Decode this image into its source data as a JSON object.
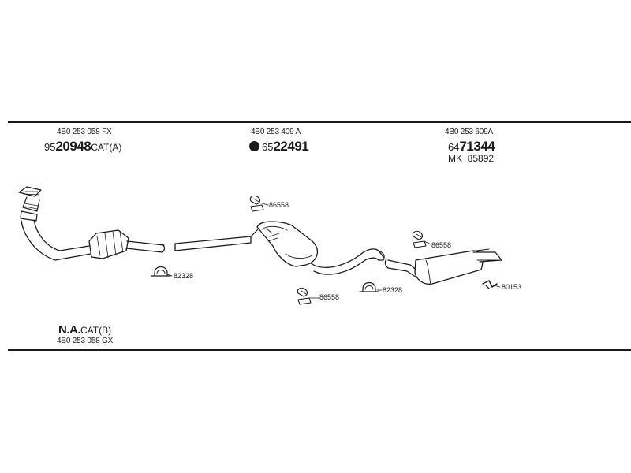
{
  "sections": [
    {
      "part_no": "4B0 253 058 FX",
      "ref_prefix": "95",
      "ref_main": "20948",
      "ref_suffix": "CAT(A)"
    },
    {
      "part_no": "4B0 253 409 A",
      "ref_prefix": "65",
      "ref_main": "22491"
    },
    {
      "part_no": "4B0 253 609A",
      "ref_prefix": "64",
      "ref_main": "71344",
      "mk_label": "MK",
      "mk_number": "85892"
    }
  ],
  "callouts": {
    "hanger_a": "86558",
    "clamp_a": "82328",
    "hanger_b": "86558",
    "clamp_b": "82328",
    "hanger_c": "86558",
    "bracket": "80153"
  },
  "footer": {
    "na_bold": "N.A.",
    "na_rest": "CAT(B)",
    "part_no": "4B0 253 058 GX"
  }
}
